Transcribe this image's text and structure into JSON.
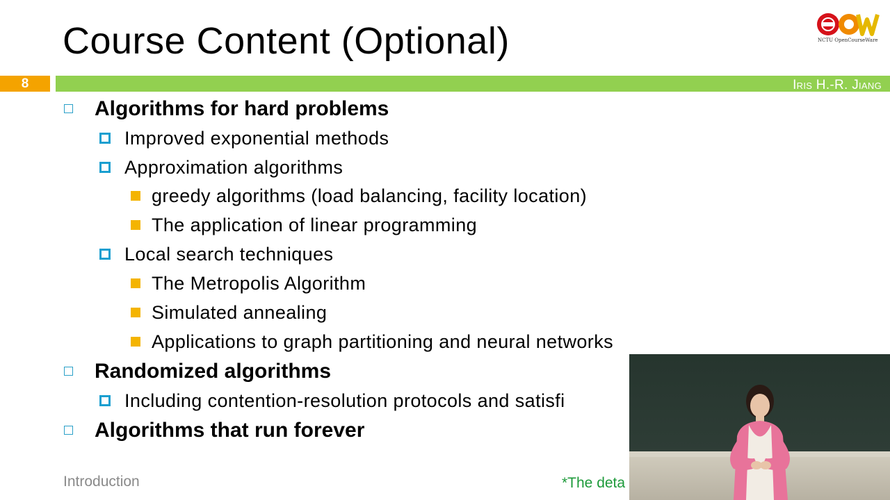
{
  "slide": {
    "title": "Course Content (Optional)",
    "page_number": "8",
    "author": "Iris H.-R. Jiang",
    "logo_caption": "NCTU OpenCourseWare",
    "footer_left": "Introduction",
    "footer_right": "*The deta"
  },
  "outline": {
    "items": [
      "Algorithms for hard problems",
      "Improved exponential methods",
      "Approximation algorithms",
      "greedy algorithms (load balancing, facility location)",
      "The application of linear programming",
      "Local search techniques",
      "The Metropolis Algorithm",
      "Simulated annealing",
      "Applications to graph partitioning and neural networks",
      "Randomized algorithms",
      "Including contention-resolution protocols and satisfi",
      "Algorithms that run forever"
    ]
  },
  "colors": {
    "accent_green": "#92d050",
    "page_badge": "#f4a300",
    "bullet_blue": "#1a9fd0",
    "bullet_orange": "#f4b400",
    "footer_note_green": "#1d9a3a"
  },
  "icons": {
    "logo": "ocw-logo",
    "level1_bullet": "hollow-square-icon",
    "level2_bullet": "blue-square-icon",
    "level3_bullet": "orange-square-icon"
  }
}
